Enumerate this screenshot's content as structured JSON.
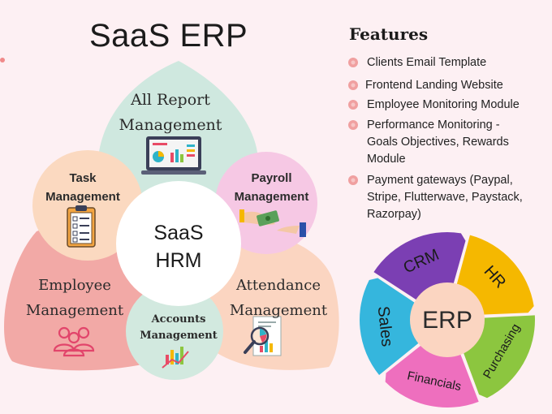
{
  "title": "SaaS ERP",
  "features": {
    "heading": "Features",
    "items": [
      "Clients Email Template",
      "Frontend Landing Website",
      "Employee Monitoring Module",
      "Performance Monitoring - Goals Objectives, Rewards Module",
      "Payment gateways (Paypal, Stripe, Flutterwave, Paystack, Razorpay)"
    ]
  },
  "diagram": {
    "center": {
      "line1": "SaaS",
      "line2": "HRM"
    },
    "all_report": {
      "line1": "All Report",
      "line2": "Management"
    },
    "task": {
      "line1": "Task",
      "line2": "Management"
    },
    "payroll": {
      "line1": "Payroll",
      "line2": "Management"
    },
    "employee": {
      "line1": "Employee",
      "line2": "Management"
    },
    "attendance": {
      "line1": "Attendance",
      "line2": "Management"
    },
    "accounts": {
      "line1": "Accounts",
      "line2": "Management"
    }
  },
  "erp_wheel": {
    "center": "ERP",
    "segments": [
      "CRM",
      "HR",
      "Purchasing",
      "Financials",
      "Sales"
    ]
  },
  "colors": {
    "background": "#fdf0f3",
    "all_report_leaf": "#cfe8df",
    "task_circle": "#fbd9c0",
    "payroll_circle": "#f6c8e4",
    "employee_leaf": "#f2a9a6",
    "attendance_leaf": "#fbd5c1",
    "accounts_circle": "#d2e9df",
    "bullet": "#f0a0a0",
    "crm": "#7b3fb3",
    "hr": "#f5b800",
    "purchasing": "#8cc63f",
    "financials": "#ee6fbe",
    "sales": "#35b6dd"
  }
}
